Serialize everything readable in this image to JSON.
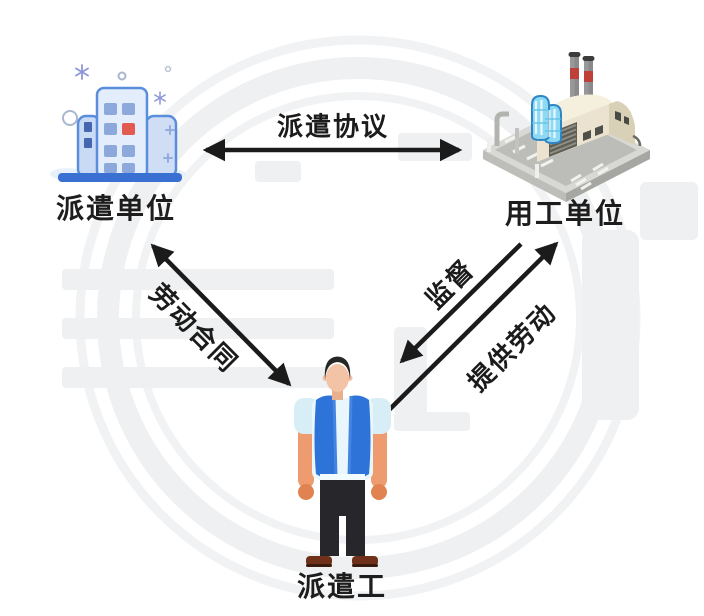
{
  "diagram": {
    "background_color": "#ffffff",
    "arrow_color": "#1b1b1b",
    "text_color": "#1d1d1d",
    "watermark_color": "#eef0f1",
    "nodes": {
      "dispatch_unit": {
        "label": "派遣单位",
        "icon": "building-icon",
        "icon_accent": "#5a8edc"
      },
      "employing_unit": {
        "label": "用工单位",
        "icon": "factory-icon",
        "icon_accent": "#8edaf4"
      },
      "dispatched_worker": {
        "label": "派遣工",
        "icon": "worker-figure",
        "icon_accent": "#2e73d8"
      }
    },
    "edges": {
      "dispatch_agreement": {
        "label": "派遣协议",
        "from": "dispatch_unit",
        "to": "employing_unit",
        "arrows": "both"
      },
      "labor_contract": {
        "label": "劳动合同",
        "from": "dispatch_unit",
        "to": "dispatched_worker",
        "arrows": "both"
      },
      "supervision": {
        "label": "监督",
        "from": "employing_unit",
        "to": "dispatched_worker",
        "arrows": "single"
      },
      "provide_labor": {
        "label": "提供劳动",
        "from": "dispatched_worker",
        "to": "employing_unit",
        "arrows": "single"
      }
    }
  }
}
